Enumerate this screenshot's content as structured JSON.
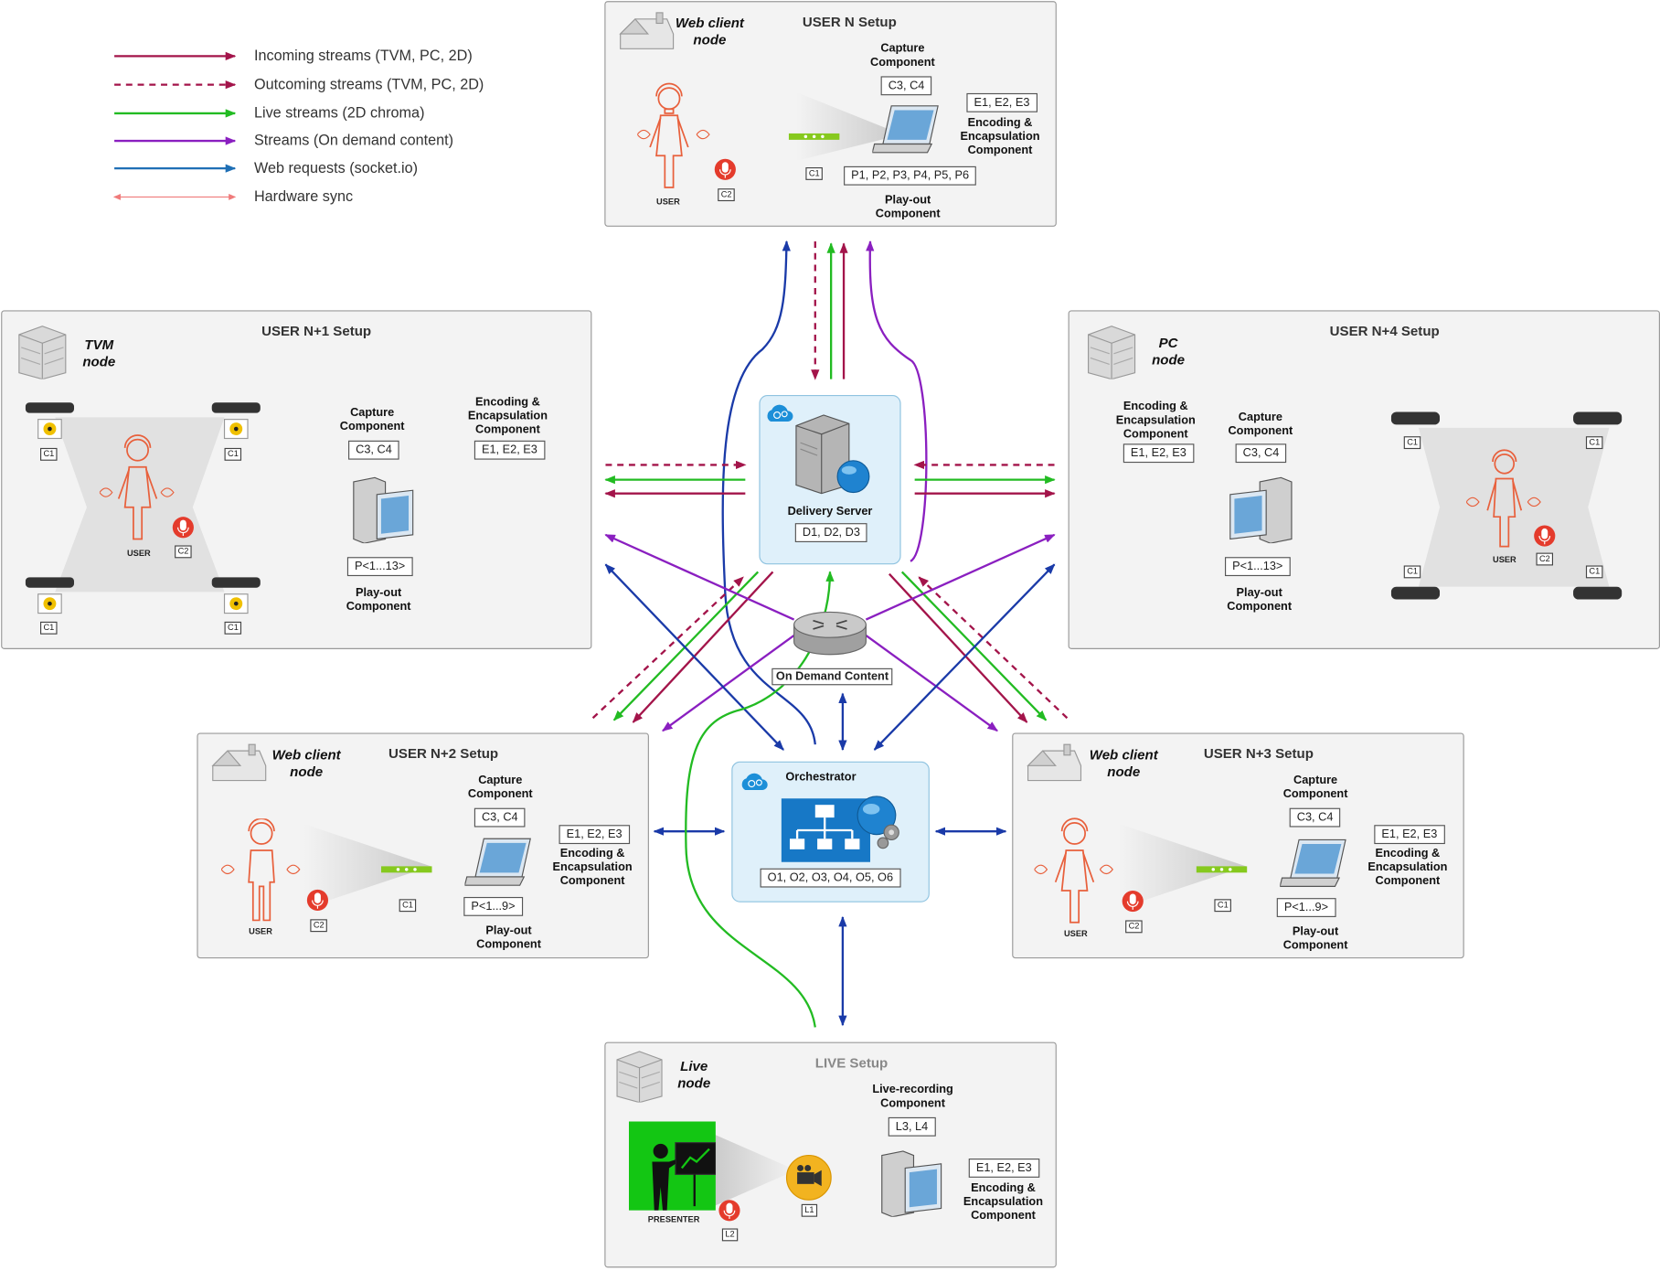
{
  "legend": [
    {
      "label": "Incoming streams (TVM, PC, 2D)",
      "color": "#a3144a",
      "style": "solid"
    },
    {
      "label": "Outcoming streams (TVM, PC, 2D)",
      "color": "#a3144a",
      "style": "dashed"
    },
    {
      "label": "Live streams (2D chroma)",
      "color": "#22bb22",
      "style": "solid"
    },
    {
      "label": "Streams (On demand content)",
      "color": "#8a1fc0",
      "style": "solid"
    },
    {
      "label": "Web requests (socket.io)",
      "color": "#1f6fb5",
      "style": "solid"
    },
    {
      "label": "Hardware sync",
      "color": "#f07b7b",
      "style": "thin-double"
    }
  ],
  "colors": {
    "incoming": "#a3144a",
    "live": "#22bb22",
    "ondemand": "#8a1fc0",
    "web": "#1a3aa8",
    "sync": "#f07b7b",
    "panel": "#f3f3f3",
    "hub": "#dff0fa",
    "chroma": "#13c613"
  },
  "userN": {
    "title": "USER N Setup",
    "node_line1": "Web client",
    "node_line2": "node",
    "capture_line1": "Capture",
    "capture_line2": "Component",
    "capture_ids": "C3, C4",
    "encoding_ids": "E1, E2, E3",
    "encoding_line1": "Encoding &",
    "encoding_line2": "Encapsulation",
    "encoding_line3": "Component",
    "playout_ids": "P1, P2, P3, P4, P5, P6",
    "playout_line1": "Play-out",
    "playout_line2": "Component",
    "user_label": "USER",
    "c1": "C1",
    "c2": "C2"
  },
  "userN1": {
    "title": "USER N+1 Setup",
    "node_line1": "TVM",
    "node_line2": "node",
    "capture_line1": "Capture",
    "capture_line2": "Component",
    "capture_ids": "C3, C4",
    "encoding_line1": "Encoding &",
    "encoding_line2": "Encapsulation",
    "encoding_line3": "Component",
    "encoding_ids": "E1, E2, E3",
    "playout_ids": "P<1...13>",
    "playout_line1": "Play-out",
    "playout_line2": "Component",
    "user_label": "USER",
    "c1": "C1",
    "c2": "C2"
  },
  "userN4": {
    "title": "USER N+4 Setup",
    "node_line1": "PC",
    "node_line2": "node",
    "encoding_line1": "Encoding &",
    "encoding_line2": "Encapsulation",
    "encoding_line3": "Component",
    "encoding_ids": "E1, E2, E3",
    "capture_line1": "Capture",
    "capture_line2": "Component",
    "capture_ids": "C3, C4",
    "playout_ids": "P<1...13>",
    "playout_line1": "Play-out",
    "playout_line2": "Component",
    "user_label": "USER",
    "c1": "C1",
    "c2": "C2"
  },
  "userN2": {
    "title": "USER N+2 Setup",
    "node_line1": "Web client",
    "node_line2": "node",
    "capture_line1": "Capture",
    "capture_line2": "Component",
    "capture_ids": "C3, C4",
    "encoding_ids": "E1, E2, E3",
    "encoding_line1": "Encoding &",
    "encoding_line2": "Encapsulation",
    "encoding_line3": "Component",
    "playout_ids": "P<1...9>",
    "playout_line1": "Play-out",
    "playout_line2": "Component",
    "user_label": "USER",
    "c1": "C1",
    "c2": "C2"
  },
  "userN3": {
    "title": "USER N+3 Setup",
    "node_line1": "Web client",
    "node_line2": "node",
    "capture_line1": "Capture",
    "capture_line2": "Component",
    "capture_ids": "C3, C4",
    "encoding_ids": "E1, E2, E3",
    "encoding_line1": "Encoding &",
    "encoding_line2": "Encapsulation",
    "encoding_line3": "Component",
    "playout_ids": "P<1...9>",
    "playout_line1": "Play-out",
    "playout_line2": "Component",
    "user_label": "USER",
    "c1": "C1",
    "c2": "C2"
  },
  "live": {
    "title": "LIVE Setup",
    "node_line1": "Live",
    "node_line2": "node",
    "recording_line1": "Live-recording",
    "recording_line2": "Component",
    "recording_ids": "L3, L4",
    "encoding_ids": "E1, E2, E3",
    "encoding_line1": "Encoding &",
    "encoding_line2": "Encapsulation",
    "encoding_line3": "Component",
    "presenter_label": "PRESENTER",
    "l1": "L1",
    "l2": "L2"
  },
  "delivery": {
    "label": "Delivery Server",
    "ids": "D1, D2, D3"
  },
  "ondemand": {
    "label": "On Demand Content"
  },
  "orchestrator": {
    "label": "Orchestrator",
    "ids": "O1, O2, O3, O4, O5, O6"
  }
}
